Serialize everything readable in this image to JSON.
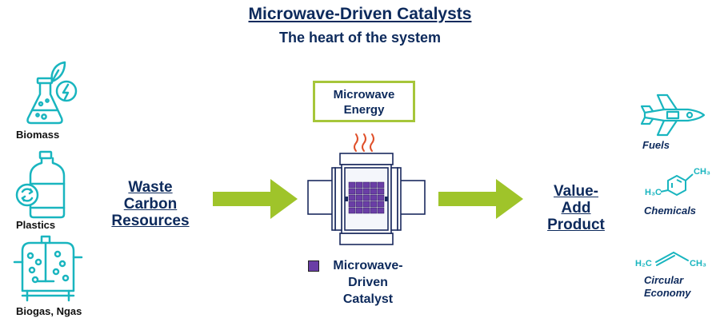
{
  "header": {
    "title": "Microwave-Driven Catalysts",
    "subtitle": "The heart of the system"
  },
  "sources": [
    {
      "label": "Biomass",
      "icon": "flask-leaf-icon"
    },
    {
      "label": "Plastics",
      "icon": "plastic-bottle-recycle-icon"
    },
    {
      "label": "Biogas, Ngas",
      "icon": "digester-tank-icon"
    }
  ],
  "input": {
    "line1": "Waste",
    "line2": "Carbon",
    "line3": "Resources"
  },
  "energy": {
    "line1": "Microwave",
    "line2": "Energy"
  },
  "catalyst": {
    "line1": "Microwave-",
    "line2": "Driven",
    "line3": "Catalyst"
  },
  "output": {
    "line1": "Value-",
    "line2": "Add",
    "line3": "Product"
  },
  "products": {
    "fuels": "Fuels",
    "chemicals": "Chemicals",
    "chemicals_formula_a": "CH₃",
    "chemicals_formula_b": "H₃C",
    "circular_line1": "Circular",
    "circular_line2": "Economy",
    "circular_formula_a": "H₂C",
    "circular_formula_b": "CH₃"
  },
  "colors": {
    "navy": "#0d2a5c",
    "arrow_green": "#9fc42a",
    "icon_teal": "#19b5bf",
    "catalyst_purple": "#6a3ea6",
    "heat_red": "#e0502a"
  }
}
